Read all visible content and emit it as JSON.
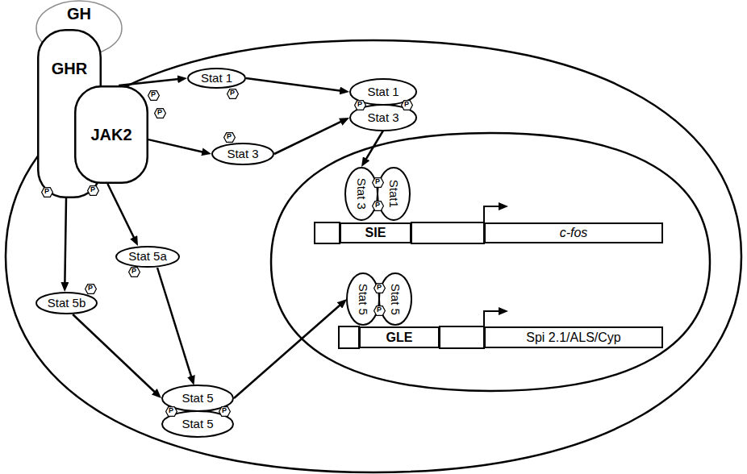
{
  "diagram": {
    "nodes": [
      {
        "text": [
          "GH"
        ]
      },
      {
        "text": [
          "GHR"
        ]
      },
      {
        "text": [
          "JAK2"
        ]
      },
      {
        "text": [
          "P"
        ]
      },
      {
        "text": [
          "P"
        ]
      },
      {
        "text": [
          "Stat 1"
        ]
      },
      {
        "text": [
          "P"
        ]
      },
      {
        "text": [
          "Stat 3"
        ]
      },
      {
        "text": [
          "P"
        ]
      },
      {
        "text": [
          "Stat 1",
          "Stat 3"
        ]
      },
      {
        "text": [
          "P"
        ]
      },
      {
        "text": [
          "P"
        ]
      },
      {
        "text": [
          "Stat 3",
          "Stat1"
        ]
      },
      {
        "text": [
          "P"
        ]
      },
      {
        "text": [
          "P"
        ]
      },
      {
        "text": [
          "SIE"
        ]
      },
      {
        "text": [
          "c-fos"
        ]
      },
      {
        "text": [
          "P"
        ]
      },
      {
        "text": [
          "P"
        ]
      },
      {
        "text": [
          "Stat 5a"
        ]
      },
      {
        "text": [
          "P"
        ]
      },
      {
        "text": [
          "Stat 5b"
        ]
      },
      {
        "text": [
          "P"
        ]
      },
      {
        "text": [
          "Stat 5",
          "Stat 5"
        ]
      },
      {
        "text": [
          "P"
        ]
      },
      {
        "text": [
          "P"
        ]
      },
      {
        "text": [
          "GLE"
        ]
      },
      {
        "text": [
          "Spi 2.1/ALS/Cyp"
        ]
      },
      {
        "text": [
          "Stat 5",
          "Stat 5"
        ]
      },
      {
        "text": [
          "P"
        ]
      },
      {
        "text": [
          "P"
        ]
      }
    ],
    "edges": [
      {
        "from": 2,
        "to": 5,
        "arrow": "to"
      },
      {
        "from": 2,
        "to": 7,
        "arrow": "to"
      },
      {
        "from": 2,
        "to": 19,
        "arrow": "to"
      },
      {
        "from": 1,
        "to": 21,
        "arrow": "to"
      },
      {
        "from": 5,
        "to": 9,
        "arrow": "to"
      },
      {
        "from": 7,
        "to": 9,
        "arrow": "to"
      },
      {
        "from": 9,
        "to": 12,
        "arrow": "to"
      },
      {
        "from": 21,
        "to": 28,
        "arrow": "to"
      },
      {
        "from": 19,
        "to": 28,
        "arrow": "to"
      },
      {
        "from": 28,
        "to": 23,
        "arrow": "to"
      }
    ]
  }
}
